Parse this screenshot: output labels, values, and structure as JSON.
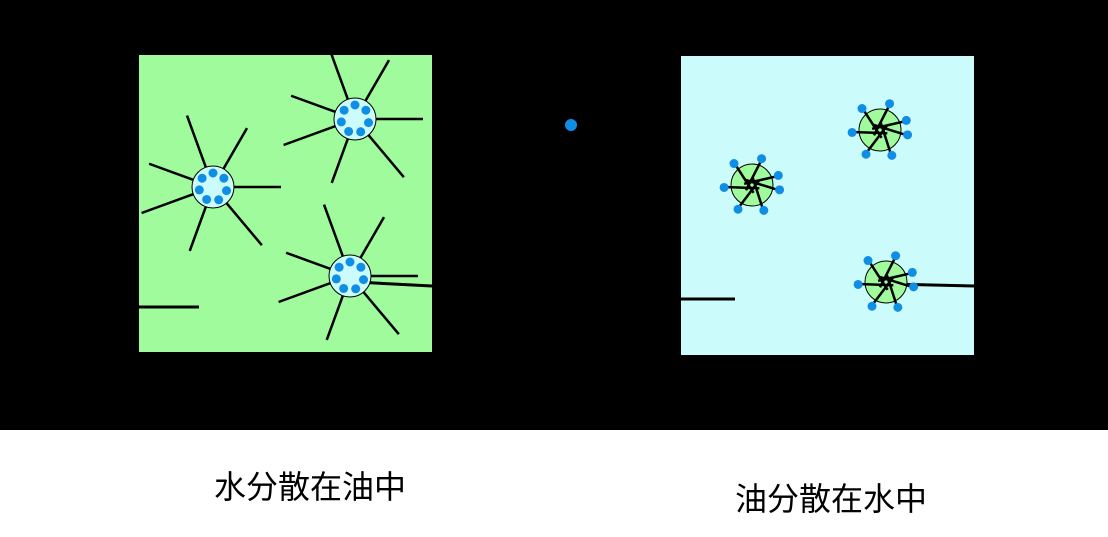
{
  "colors": {
    "background": "#000000",
    "page": "#ffffff",
    "oil": "#9ffb9c",
    "water": "#ccfbfb",
    "emulsifier_head": "#0f8ee6",
    "emulsifier_tail": "#000000"
  },
  "panels": {
    "left": {
      "caption": "水分散在油中",
      "continuous_phase": "oil",
      "dispersed_phase": "water",
      "droplet_count": 3
    },
    "right": {
      "caption": "油分散在水中",
      "continuous_phase": "water",
      "dispersed_phase": "oil",
      "droplet_count": 3
    }
  },
  "icons": {
    "emulsifier_molecule": "emulsifier-molecule-icon"
  }
}
